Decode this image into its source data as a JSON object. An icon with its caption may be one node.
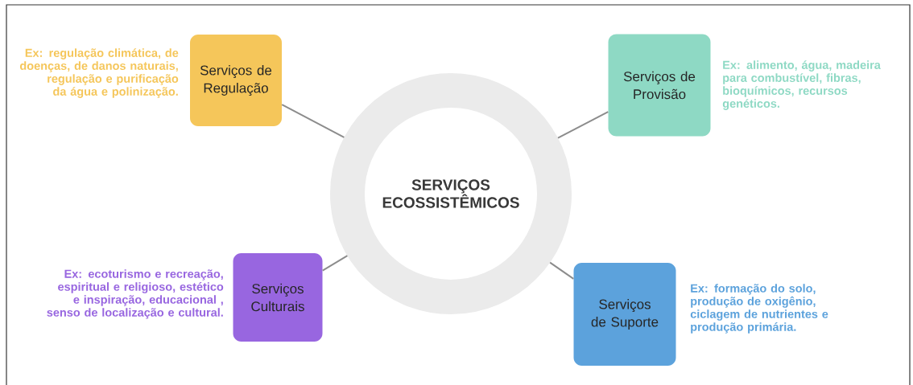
{
  "diagram": {
    "nodes": [
      {
        "text": [
          "SERVIÇOS ECOSSISTÊMICOS"
        ]
      },
      {
        "text": [
          "Serviços de Regulação"
        ],
        "beside": [
          "Ex: regulação climática, de doenças, de danos naturais, regulação e purificação da água e polinização."
        ]
      },
      {
        "text": [
          "Serviços de Provisão"
        ],
        "beside": [
          "Ex: alimento, água, madeira para combustível, fibras, bioquímicos, recursos genéticos."
        ]
      },
      {
        "text": [
          "Serviços Culturais"
        ],
        "beside": [
          "Ex: ecoturismo e recreação, espiritual e religioso, estético e inspiração, educacional , senso de localização e cultural."
        ]
      },
      {
        "text": [
          "Serviços de Suporte"
        ],
        "beside": [
          "Ex: formação do solo, produção de oxigênio, ciclagem de nutrientes e produção primária."
        ]
      }
    ],
    "edges": [
      {
        "from": 0,
        "to": 1,
        "arrow": "none"
      },
      {
        "from": 0,
        "to": 2,
        "arrow": "none"
      },
      {
        "from": 0,
        "to": 3,
        "arrow": "none"
      },
      {
        "from": 0,
        "to": 4,
        "arrow": "none"
      }
    ]
  }
}
